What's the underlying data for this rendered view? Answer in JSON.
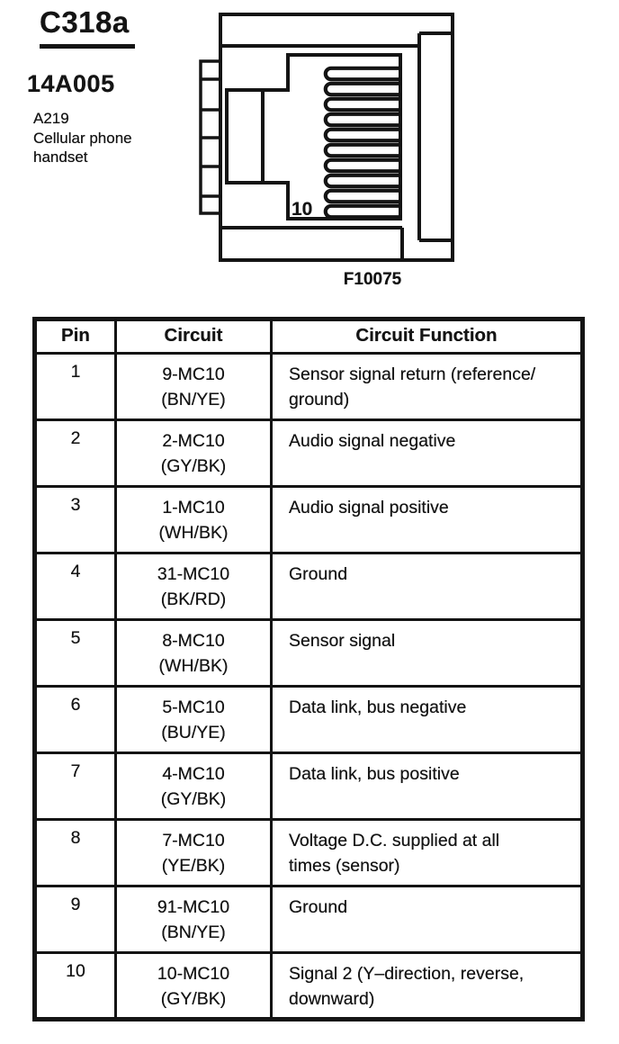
{
  "colors": {
    "ink": "#141414",
    "paper": "#ffffff"
  },
  "header": {
    "connector_id": "C318a",
    "part_number": "14A005",
    "component_lines": [
      "A219",
      "Cellular phone",
      "handset"
    ]
  },
  "figure": {
    "pin_label": "10",
    "caption": "F10075"
  },
  "table": {
    "headers": [
      "Pin",
      "Circuit",
      "Circuit Function"
    ],
    "rows": [
      {
        "pin": "1",
        "circuit": "9-MC10",
        "wire_colors": "(BN/YE)",
        "function_line1": "Sensor signal return (reference/",
        "function_line2": "ground)"
      },
      {
        "pin": "2",
        "circuit": "2-MC10",
        "wire_colors": "(GY/BK)",
        "function_line1": "Audio signal negative",
        "function_line2": ""
      },
      {
        "pin": "3",
        "circuit": "1-MC10",
        "wire_colors": "(WH/BK)",
        "function_line1": "Audio signal positive",
        "function_line2": ""
      },
      {
        "pin": "4",
        "circuit": "31-MC10",
        "wire_colors": "(BK/RD)",
        "function_line1": "Ground",
        "function_line2": ""
      },
      {
        "pin": "5",
        "circuit": "8-MC10",
        "wire_colors": "(WH/BK)",
        "function_line1": "Sensor signal",
        "function_line2": ""
      },
      {
        "pin": "6",
        "circuit": "5-MC10",
        "wire_colors": "(BU/YE)",
        "function_line1": "Data link, bus negative",
        "function_line2": ""
      },
      {
        "pin": "7",
        "circuit": "4-MC10",
        "wire_colors": "(GY/BK)",
        "function_line1": "Data link, bus positive",
        "function_line2": ""
      },
      {
        "pin": "8",
        "circuit": "7-MC10",
        "wire_colors": "(YE/BK)",
        "function_line1": "Voltage D.C. supplied at all",
        "function_line2": "times (sensor)"
      },
      {
        "pin": "9",
        "circuit": "91-MC10",
        "wire_colors": "(BN/YE)",
        "function_line1": "Ground",
        "function_line2": ""
      },
      {
        "pin": "10",
        "circuit": "10-MC10",
        "wire_colors": "(GY/BK)",
        "function_line1": "Signal 2 (Y–direction, reverse,",
        "function_line2": "downward)"
      }
    ]
  }
}
